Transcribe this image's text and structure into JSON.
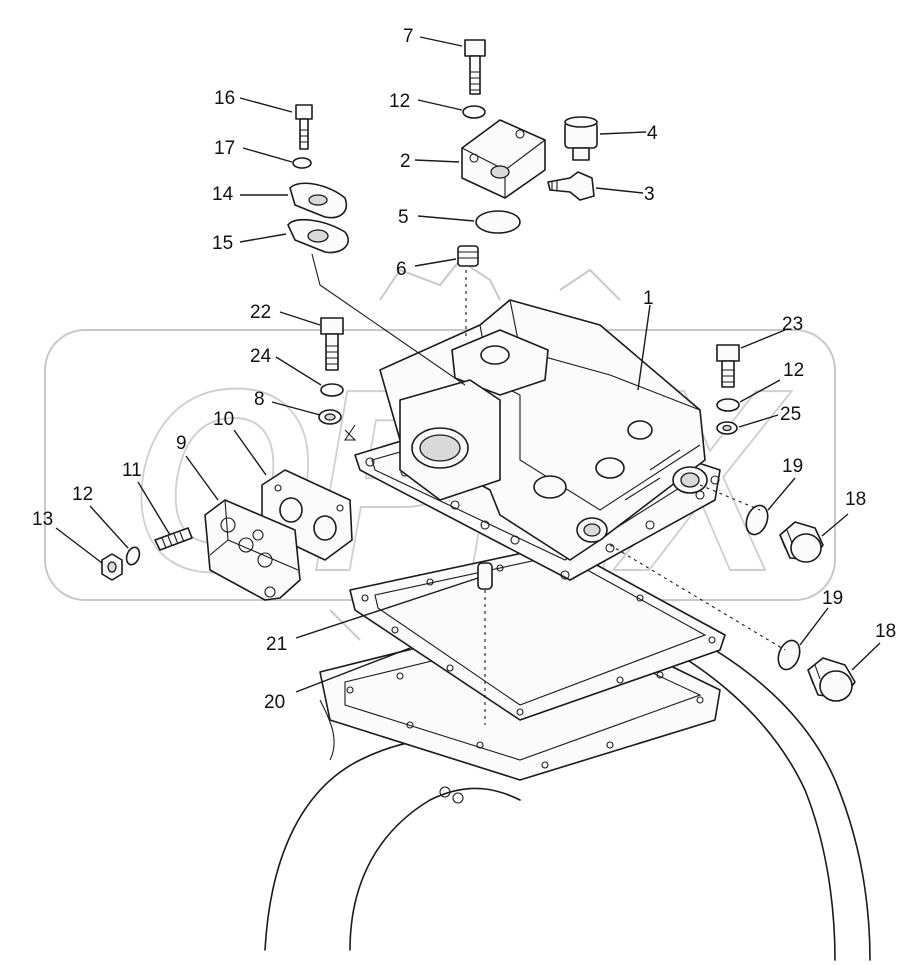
{
  "figure": {
    "kind": "exploded parts diagram",
    "watermark_text": "OPEX",
    "callouts": [
      {
        "id": "c1",
        "label": "1"
      },
      {
        "id": "c2",
        "label": "2"
      },
      {
        "id": "c3",
        "label": "3"
      },
      {
        "id": "c4",
        "label": "4"
      },
      {
        "id": "c5",
        "label": "5"
      },
      {
        "id": "c6",
        "label": "6"
      },
      {
        "id": "c7",
        "label": "7"
      },
      {
        "id": "c8",
        "label": "8"
      },
      {
        "id": "c9",
        "label": "9"
      },
      {
        "id": "c10",
        "label": "10"
      },
      {
        "id": "c11",
        "label": "11"
      },
      {
        "id": "c12a",
        "label": "12"
      },
      {
        "id": "c12b",
        "label": "12"
      },
      {
        "id": "c12c",
        "label": "12"
      },
      {
        "id": "c13",
        "label": "13"
      },
      {
        "id": "c14",
        "label": "14"
      },
      {
        "id": "c15",
        "label": "15"
      },
      {
        "id": "c16",
        "label": "16"
      },
      {
        "id": "c17",
        "label": "17"
      },
      {
        "id": "c18a",
        "label": "18"
      },
      {
        "id": "c18b",
        "label": "18"
      },
      {
        "id": "c19a",
        "label": "19"
      },
      {
        "id": "c19b",
        "label": "19"
      },
      {
        "id": "c20",
        "label": "20"
      },
      {
        "id": "c21",
        "label": "21"
      },
      {
        "id": "c22",
        "label": "22"
      },
      {
        "id": "c23",
        "label": "23"
      },
      {
        "id": "c24",
        "label": "24"
      },
      {
        "id": "c25",
        "label": "25"
      }
    ]
  }
}
